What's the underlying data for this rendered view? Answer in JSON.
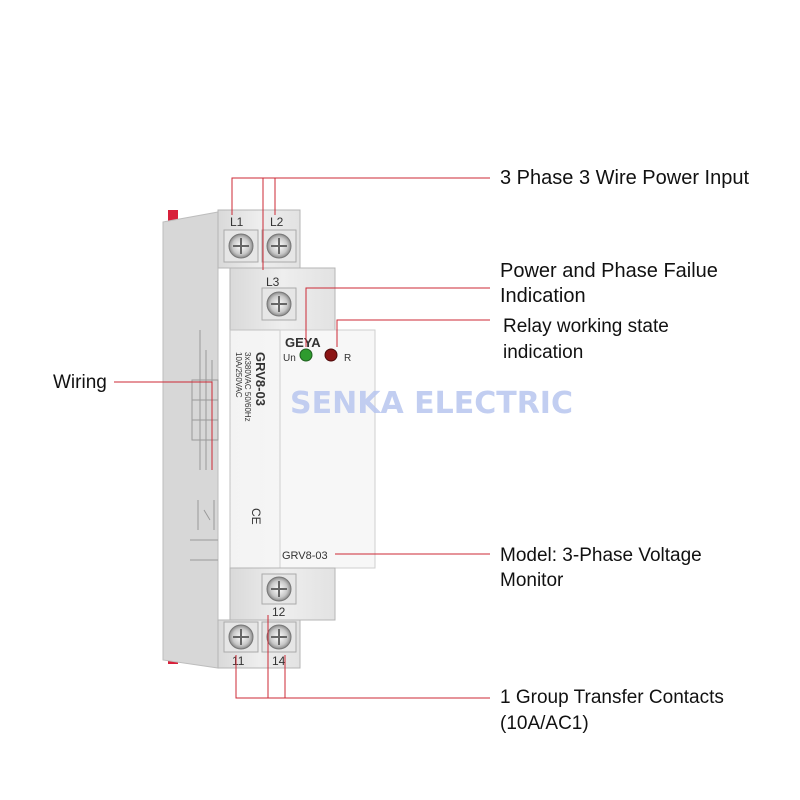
{
  "callouts": {
    "power_input": "3 Phase 3 Wire Power Input",
    "phase_failure_line1": "Power and Phase Failue",
    "phase_failure_line2": "Indication",
    "relay_state_line1": "Relay working state",
    "relay_state_line2": "indication",
    "wiring": "Wiring",
    "model_line1": "Model: 3-Phase Voltage",
    "model_line2": "Monitor",
    "contacts_line1": "1 Group Transfer  Contacts",
    "contacts_line2": "(10A/AC1)"
  },
  "device": {
    "terminal_l1": "L1",
    "terminal_l2": "L2",
    "terminal_l3": "L3",
    "terminal_12": "12",
    "terminal_11": "11",
    "terminal_14": "14",
    "brand": "GEYA",
    "led_un_label": "Un",
    "led_r_label": "R",
    "model_vertical": "GRV8-03",
    "rating_line1": "3x380VAC 50/60Hz",
    "rating_line2": "10A/250VAC",
    "ce_mark": "CE",
    "model_label": "GRV8-03",
    "watermark": "SENKA ELECTRIC"
  },
  "colors": {
    "leader_line": "#cc2a36",
    "led_un": "#2e9b2e",
    "led_r": "#8b1414",
    "housing": "#ececec",
    "din_clip": "#d8203a"
  }
}
